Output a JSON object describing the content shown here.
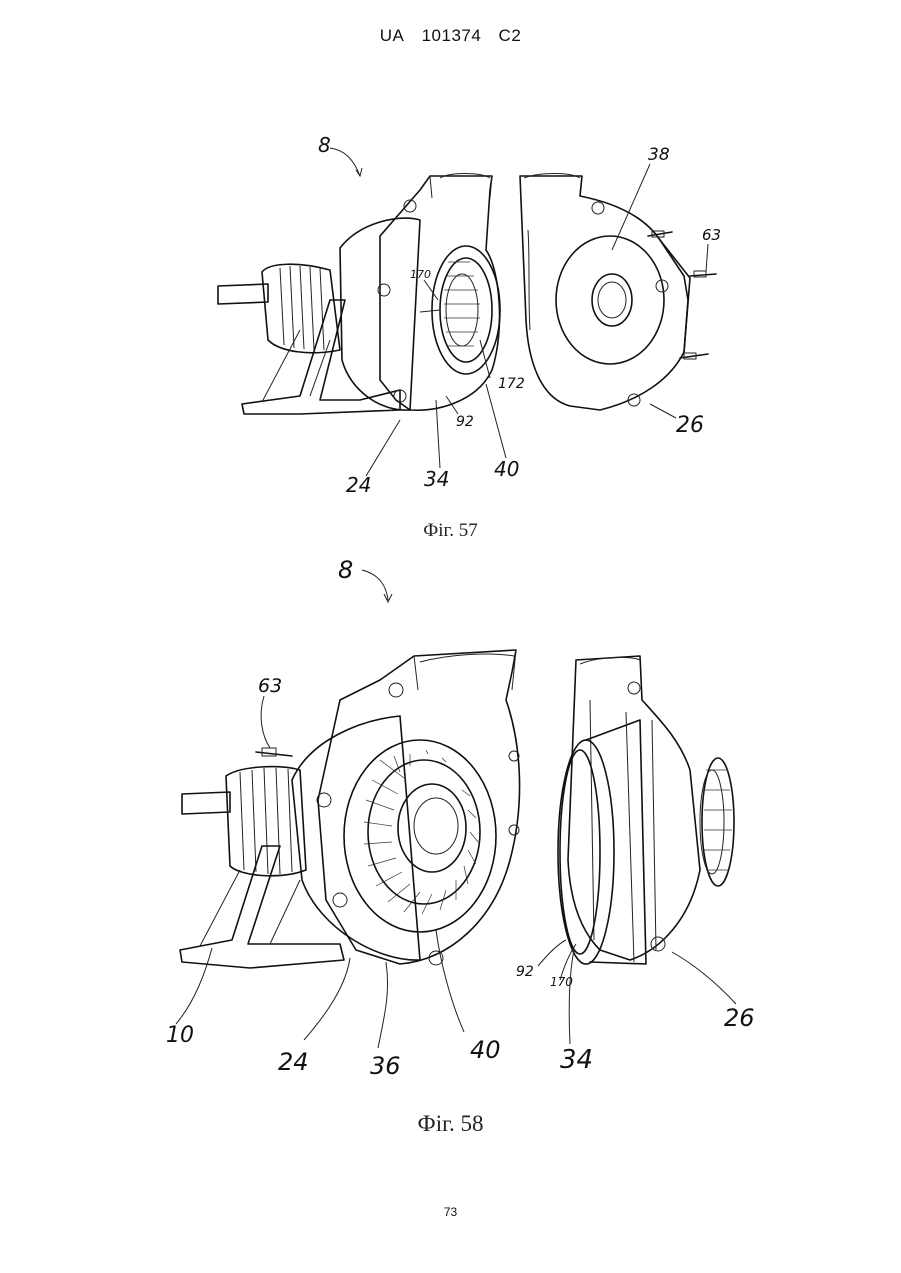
{
  "header": {
    "office": "UA",
    "number": "101374",
    "kind": "C2"
  },
  "figure57": {
    "caption": "Фіг. 57",
    "labels": {
      "l8": "8",
      "l38": "38",
      "l63": "63",
      "l170": "170",
      "l172": "172",
      "l92": "92",
      "l26": "26",
      "l24": "24",
      "l34": "34",
      "l40": "40"
    }
  },
  "figure58": {
    "caption": "Фіг. 58",
    "labels": {
      "l8": "8",
      "l63": "63",
      "l10": "10",
      "l24": "24",
      "l36": "36",
      "l40": "40",
      "l92": "92",
      "l170": "170",
      "l34": "34",
      "l26": "26"
    }
  },
  "page_number": "73"
}
